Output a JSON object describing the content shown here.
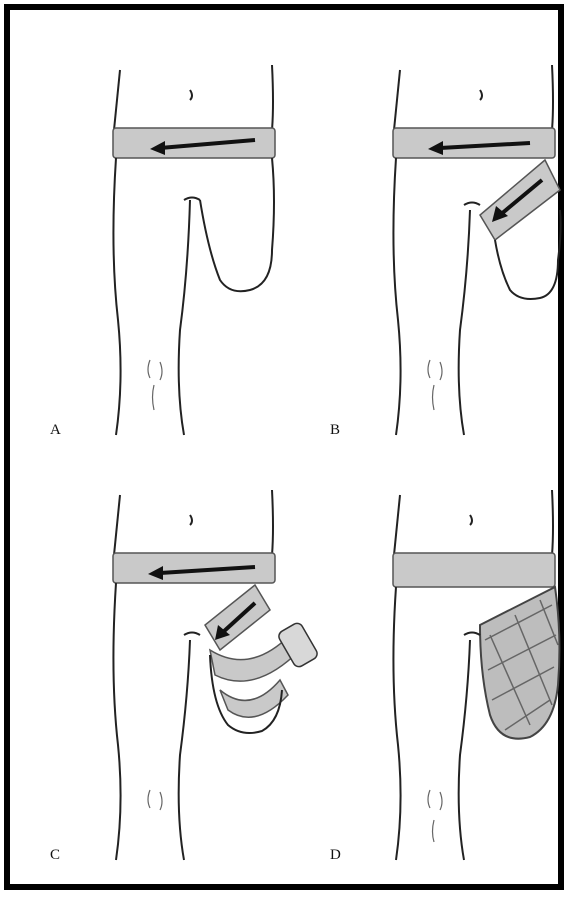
{
  "figure": {
    "panels": [
      {
        "id": "A",
        "label": "A"
      },
      {
        "id": "B",
        "label": "B"
      },
      {
        "id": "C",
        "label": "C"
      },
      {
        "id": "D",
        "label": "D"
      }
    ],
    "colors": {
      "outline": "#222222",
      "bandage": "#c9c9c9",
      "arrow": "#111111",
      "frame": "#000000"
    }
  }
}
